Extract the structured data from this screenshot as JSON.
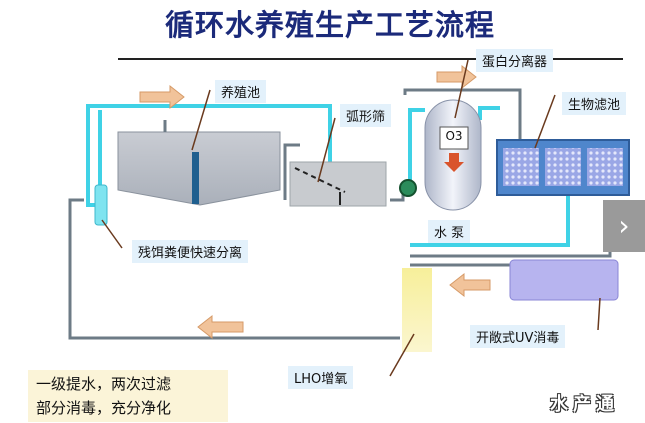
{
  "title": "循环水养殖生产工艺流程",
  "labels": {
    "breeding_pool": "养殖池",
    "arc_screen": "弧形筛",
    "protein_skimmer": "蛋白分离器",
    "bio_filter": "生物滤池",
    "water_pump": "水 泵",
    "residue_separation": "残饵粪便快速分离",
    "uv_disinfection": "开敞式UV消毒",
    "lho_oxygenation": "LHO增氧",
    "ozone": "O3"
  },
  "note": {
    "line1": "一级提水，两次过滤",
    "line2": "部分消毒，充分净化"
  },
  "watermark": "水产通",
  "nav_next": "›",
  "colors": {
    "title": "#1b2a7a",
    "pipe_cyan": "#3fd2e6",
    "pipe_gray": "#6d7b86",
    "label_bg": "#e3f1fb",
    "arrow_orange": "#f1c39a",
    "uv_lamp": "#b7b4ef",
    "lho_column": "#f4eb9c",
    "filter_box": "#4f86cc"
  }
}
